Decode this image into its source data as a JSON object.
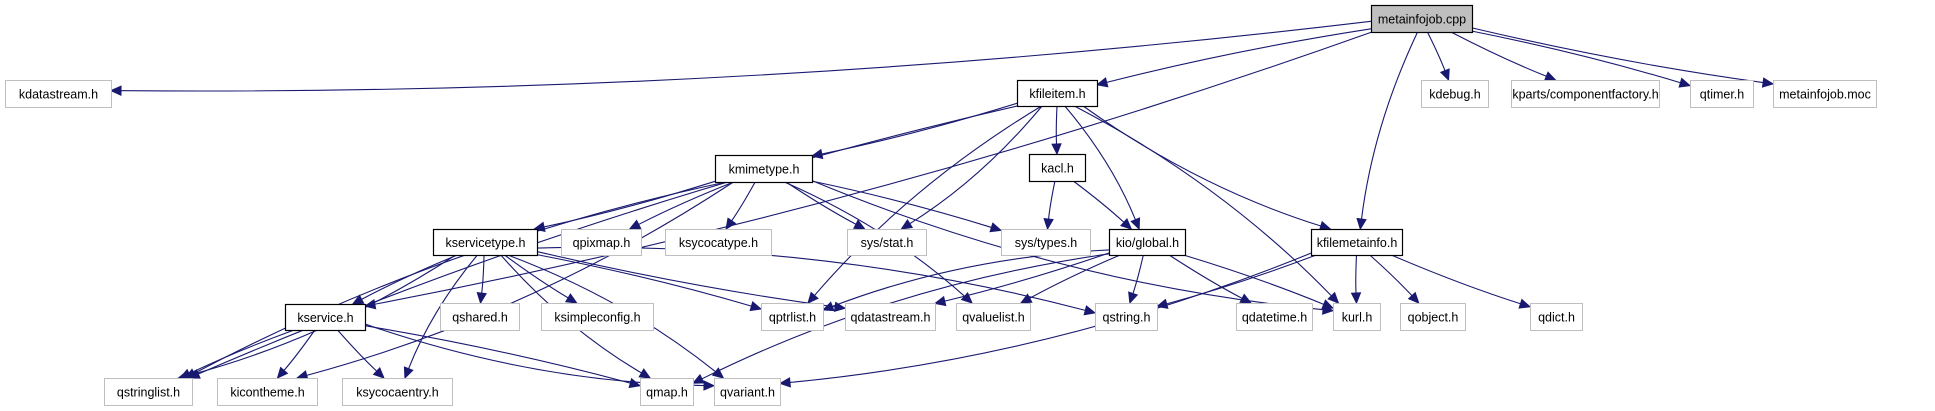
{
  "diagram": {
    "title": "metainfojob.cpp include dependency graph",
    "colors": {
      "edge": "#191970",
      "root_fill": "#bfbfbf",
      "local_border": "#000000",
      "external_border": "#bfbfbf"
    },
    "nodes": [
      {
        "id": "metainfojob_cpp",
        "label": "metainfojob.cpp",
        "kind": "root"
      },
      {
        "id": "kdatastream_h",
        "label": "kdatastream.h",
        "kind": "external"
      },
      {
        "id": "kfileitem_h",
        "label": "kfileitem.h",
        "kind": "local"
      },
      {
        "id": "kdebug_h",
        "label": "kdebug.h",
        "kind": "external"
      },
      {
        "id": "kparts_componentfactory_h",
        "label": "kparts/componentfactory.h",
        "kind": "external"
      },
      {
        "id": "qtimer_h",
        "label": "qtimer.h",
        "kind": "external"
      },
      {
        "id": "metainfojob_moc",
        "label": "metainfojob.moc",
        "kind": "external"
      },
      {
        "id": "kmimetype_h",
        "label": "kmimetype.h",
        "kind": "local"
      },
      {
        "id": "kacl_h",
        "label": "kacl.h",
        "kind": "local"
      },
      {
        "id": "kservicetype_h",
        "label": "kservicetype.h",
        "kind": "local"
      },
      {
        "id": "qpixmap_h",
        "label": "qpixmap.h",
        "kind": "external"
      },
      {
        "id": "ksycocatype_h",
        "label": "ksycocatype.h",
        "kind": "external"
      },
      {
        "id": "sys_stat_h",
        "label": "sys/stat.h",
        "kind": "external"
      },
      {
        "id": "sys_types_h",
        "label": "sys/types.h",
        "kind": "external"
      },
      {
        "id": "kio_global_h",
        "label": "kio/global.h",
        "kind": "local"
      },
      {
        "id": "kfilemetainfo_h",
        "label": "kfilemetainfo.h",
        "kind": "local"
      },
      {
        "id": "kservice_h",
        "label": "kservice.h",
        "kind": "local"
      },
      {
        "id": "qshared_h",
        "label": "qshared.h",
        "kind": "external"
      },
      {
        "id": "ksimpleconfig_h",
        "label": "ksimpleconfig.h",
        "kind": "external"
      },
      {
        "id": "qptrlist_h",
        "label": "qptrlist.h",
        "kind": "external"
      },
      {
        "id": "qdatastream_h",
        "label": "qdatastream.h",
        "kind": "external"
      },
      {
        "id": "qvaluelist_h",
        "label": "qvaluelist.h",
        "kind": "external"
      },
      {
        "id": "qstring_h",
        "label": "qstring.h",
        "kind": "external"
      },
      {
        "id": "qdatetime_h",
        "label": "qdatetime.h",
        "kind": "external"
      },
      {
        "id": "kurl_h",
        "label": "kurl.h",
        "kind": "external"
      },
      {
        "id": "qobject_h",
        "label": "qobject.h",
        "kind": "external"
      },
      {
        "id": "qdict_h",
        "label": "qdict.h",
        "kind": "external"
      },
      {
        "id": "qstringlist_h",
        "label": "qstringlist.h",
        "kind": "external"
      },
      {
        "id": "kicontheme_h",
        "label": "kicontheme.h",
        "kind": "external"
      },
      {
        "id": "ksycocaentry_h",
        "label": "ksycocaentry.h",
        "kind": "external"
      },
      {
        "id": "qmap_h",
        "label": "qmap.h",
        "kind": "external"
      },
      {
        "id": "qvariant_h",
        "label": "qvariant.h",
        "kind": "external"
      }
    ],
    "edges": [
      [
        "metainfojob_cpp",
        "kdatastream_h"
      ],
      [
        "metainfojob_cpp",
        "kfileitem_h"
      ],
      [
        "metainfojob_cpp",
        "kservice_h"
      ],
      [
        "metainfojob_cpp",
        "kfilemetainfo_h"
      ],
      [
        "metainfojob_cpp",
        "kdebug_h"
      ],
      [
        "metainfojob_cpp",
        "kparts_componentfactory_h"
      ],
      [
        "metainfojob_cpp",
        "qtimer_h"
      ],
      [
        "metainfojob_cpp",
        "metainfojob_moc"
      ],
      [
        "kfileitem_h",
        "kmimetype_h"
      ],
      [
        "kfileitem_h",
        "kacl_h"
      ],
      [
        "kfileitem_h",
        "kio_global_h"
      ],
      [
        "kfileitem_h",
        "kfilemetainfo_h"
      ],
      [
        "kfileitem_h",
        "sys_stat_h"
      ],
      [
        "kfileitem_h",
        "qptrlist_h"
      ],
      [
        "kfileitem_h",
        "kurl_h"
      ],
      [
        "kfileitem_h",
        "qstringlist_h"
      ],
      [
        "kmimetype_h",
        "kservicetype_h"
      ],
      [
        "kmimetype_h",
        "qpixmap_h"
      ],
      [
        "kmimetype_h",
        "ksycocatype_h"
      ],
      [
        "kmimetype_h",
        "sys_stat_h"
      ],
      [
        "kmimetype_h",
        "sys_types_h"
      ],
      [
        "kmimetype_h",
        "kurl_h"
      ],
      [
        "kmimetype_h",
        "qvaluelist_h"
      ],
      [
        "kmimetype_h",
        "qstringlist_h"
      ],
      [
        "kmimetype_h",
        "kicontheme_h"
      ],
      [
        "kacl_h",
        "sys_types_h"
      ],
      [
        "kacl_h",
        "kio_global_h"
      ],
      [
        "kservicetype_h",
        "kservice_h"
      ],
      [
        "kservicetype_h",
        "qshared_h"
      ],
      [
        "kservicetype_h",
        "ksimpleconfig_h"
      ],
      [
        "kservicetype_h",
        "qptrlist_h"
      ],
      [
        "kservicetype_h",
        "qdatastream_h"
      ],
      [
        "kservicetype_h",
        "qstring_h"
      ],
      [
        "kservicetype_h",
        "qmap_h"
      ],
      [
        "kservicetype_h",
        "qvariant_h"
      ],
      [
        "kservicetype_h",
        "ksycocaentry_h"
      ],
      [
        "kservicetype_h",
        "qstringlist_h"
      ],
      [
        "kio_global_h",
        "qptrlist_h"
      ],
      [
        "kio_global_h",
        "qdatastream_h"
      ],
      [
        "kio_global_h",
        "qvaluelist_h"
      ],
      [
        "kio_global_h",
        "qstring_h"
      ],
      [
        "kio_global_h",
        "qdatetime_h"
      ],
      [
        "kio_global_h",
        "kurl_h"
      ],
      [
        "kio_global_h",
        "qmap_h"
      ],
      [
        "kfilemetainfo_h",
        "qstring_h"
      ],
      [
        "kfilemetainfo_h",
        "kurl_h"
      ],
      [
        "kfilemetainfo_h",
        "qobject_h"
      ],
      [
        "kfilemetainfo_h",
        "qdict_h"
      ],
      [
        "kfilemetainfo_h",
        "qvariant_h"
      ],
      [
        "kservice_h",
        "qstringlist_h"
      ],
      [
        "kservice_h",
        "kicontheme_h"
      ],
      [
        "kservice_h",
        "ksycocaentry_h"
      ],
      [
        "kservice_h",
        "qmap_h"
      ],
      [
        "kservice_h",
        "qvariant_h"
      ]
    ]
  }
}
